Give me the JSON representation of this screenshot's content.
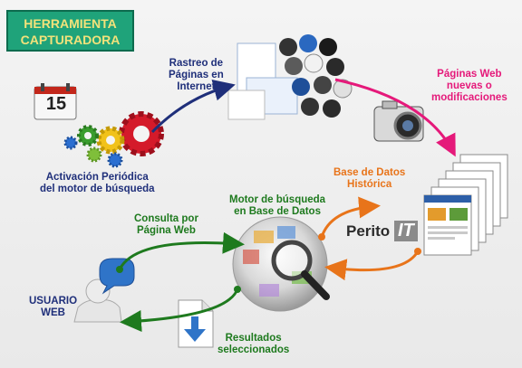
{
  "title": {
    "line1": "HERRAMIENTA",
    "line2": "CAPTURADORA"
  },
  "calendar": {
    "day": "15"
  },
  "labels": {
    "activacion": [
      "Activación Periódica",
      "del motor de búsqueda"
    ],
    "rastreo": [
      "Rastreo de",
      "Páginas en",
      "Internet"
    ],
    "paginas_web": [
      "Páginas Web",
      "nuevas o",
      "modificaciones"
    ],
    "base_datos": [
      "Base de Datos",
      "Histórica"
    ],
    "motor": [
      "Motor de búsqueda",
      "en Base de Datos"
    ],
    "consulta": [
      "Consulta por",
      "Página Web"
    ],
    "usuario": [
      "USUARIO",
      "WEB"
    ],
    "resultados": [
      "Resultados",
      "seleccionados"
    ]
  },
  "logo": {
    "perito": "Perito",
    "it": "IT"
  },
  "colors": {
    "navy": "#1f2f7a",
    "green": "#1e7a1e",
    "pink": "#e5197a",
    "orange": "#e8741a",
    "title_bg": "#1fa37a",
    "title_text": "#f3e27a"
  }
}
